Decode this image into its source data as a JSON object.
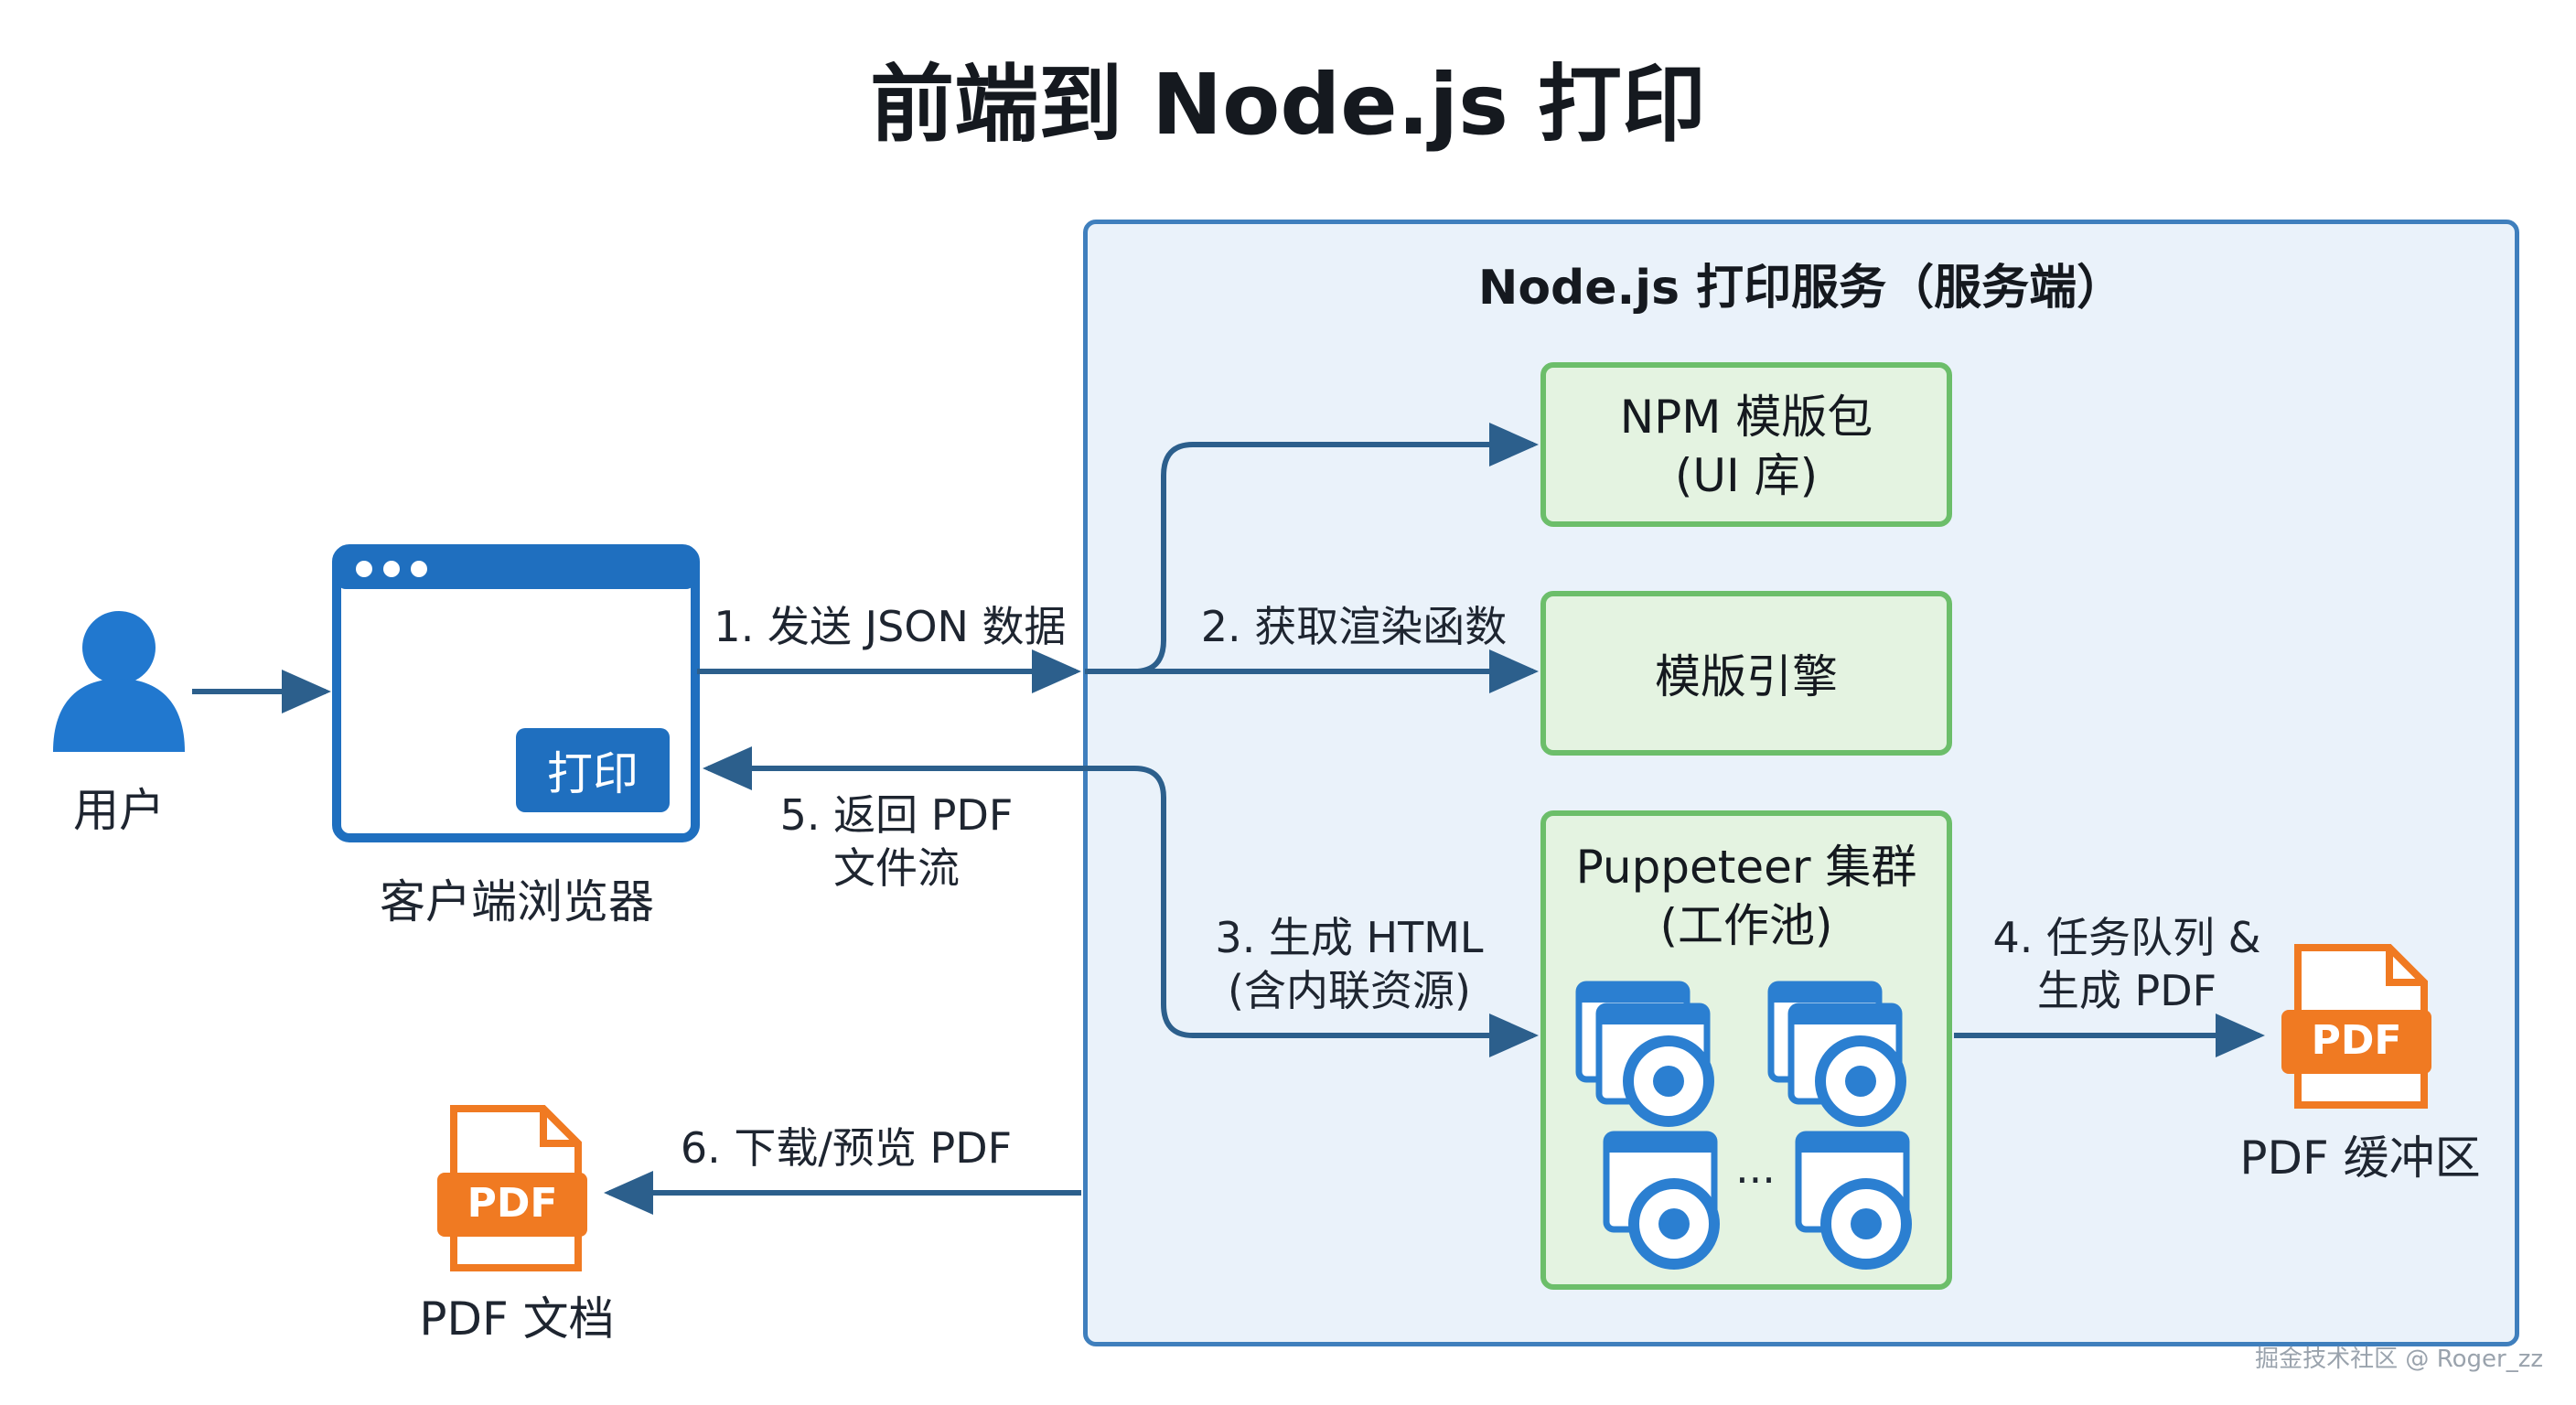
{
  "title": "前端到 Node.js 打印",
  "user": {
    "label": "用户"
  },
  "browser": {
    "label": "客户端浏览器",
    "button": "打印"
  },
  "service": {
    "title": "Node.js 打印服务（服务端）",
    "npm": {
      "line1": "NPM 模版包",
      "line2": "(UI 库)"
    },
    "engine": {
      "label": "模版引擎"
    },
    "puppeteer": {
      "line1": "Puppeteer 集群",
      "line2": "(工作池)",
      "ellipsis": "..."
    }
  },
  "steps": {
    "s1": "1. 发送 JSON 数据",
    "s2": "2. 获取渲染函数",
    "s3_line1": "3. 生成 HTML",
    "s3_line2": "(含内联资源)",
    "s4_line1": "4. 任务队列 &",
    "s4_line2": "生成 PDF",
    "s5_line1": "5. 返回 PDF",
    "s5_line2": "文件流",
    "s6": "6. 下载/预览 PDF"
  },
  "pdf_buffer": {
    "icon_text": "PDF",
    "label": "PDF 缓冲区"
  },
  "pdf_doc": {
    "icon_text": "PDF",
    "label": "PDF 文档"
  },
  "watermark": "掘金技术社区 @ Roger_zz",
  "colors": {
    "arrow": "#2c5f8c",
    "browser_blue": "#1f6fbf",
    "green_border": "#6cbe6a",
    "pdf_orange": "#f07a22",
    "chrome_blue": "#2b7fd1"
  },
  "icons": [
    "user-icon",
    "browser-window-icon",
    "pdf-file-icon",
    "browser-chrome-icon"
  ]
}
